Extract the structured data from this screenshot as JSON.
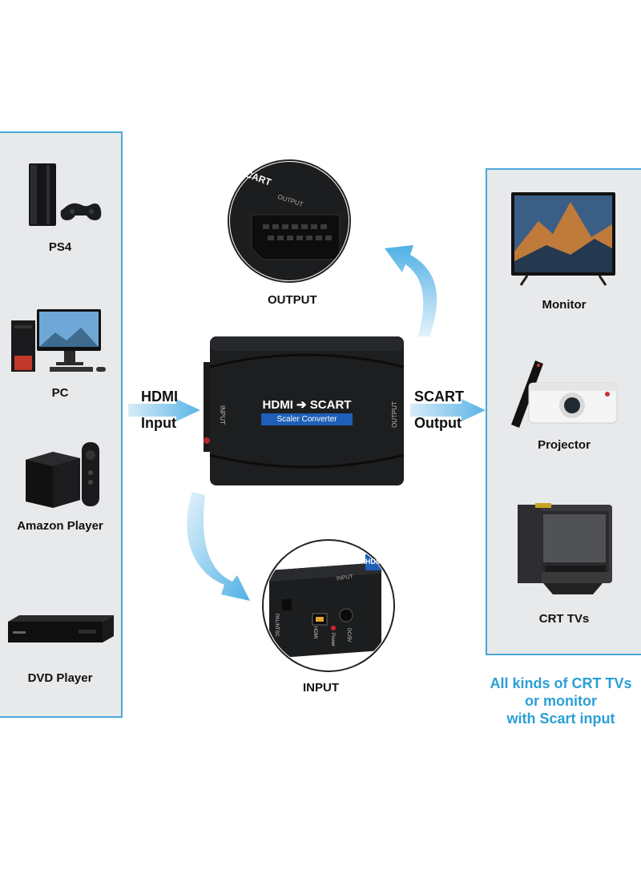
{
  "sources": [
    {
      "label": "PS4",
      "icon": "ps4-console-icon"
    },
    {
      "label": "PC",
      "icon": "desktop-pc-icon"
    },
    {
      "label": "Amazon Player",
      "icon": "streaming-box-icon"
    },
    {
      "label": "DVD Player",
      "icon": "dvd-player-icon"
    }
  ],
  "outputs": [
    {
      "label": "Monitor",
      "icon": "monitor-icon"
    },
    {
      "label": "Projector",
      "icon": "projector-icon"
    },
    {
      "label": "CRT TVs",
      "icon": "crt-tv-icon"
    }
  ],
  "flow": {
    "in_line1": "HDMI",
    "in_line2": "Input",
    "out_line1": "SCART",
    "out_line2": "Output"
  },
  "device": {
    "title": "HDMI ➔ SCART",
    "subtitle": "Scaler Converter",
    "side_left": "INPUT",
    "side_right": "OUTPUT"
  },
  "callouts": {
    "output": "OUTPUT",
    "input": "INPUT",
    "scart_port_text": "OUTPUT",
    "scart_badge": "SCART",
    "port_labels": {
      "switch": "PAL/NTSC",
      "hdmi": "HDMI",
      "power": "Power",
      "dc": "DC/5V",
      "side": "INPUT",
      "badge": "HDMI"
    }
  },
  "note": {
    "line1": "All kinds of CRT TVs",
    "line2": "or monitor",
    "line3": "with Scart input"
  },
  "colors": {
    "accent": "#2a9fd6",
    "panel_border": "#4aa8d8",
    "panel_bg": "#e8e9eb",
    "device_body": "#1d1e20",
    "badge_blue": "#1f5fb8"
  }
}
